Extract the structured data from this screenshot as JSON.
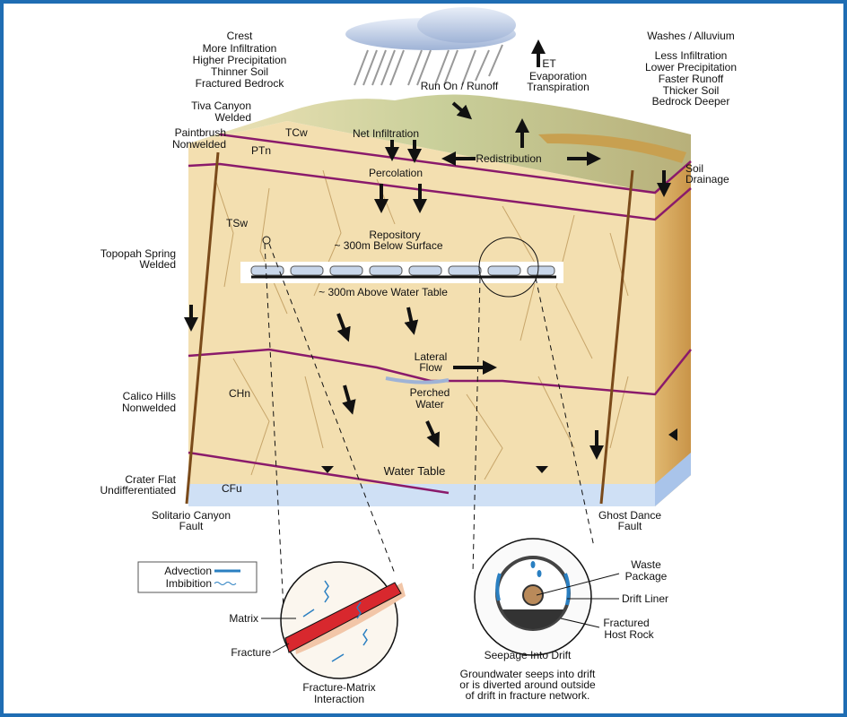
{
  "labels": {
    "crest": [
      "Crest",
      "More Infiltration",
      "Higher Precipitation",
      "Thinner Soil",
      "Fractured Bedrock"
    ],
    "washes": [
      "Washes / Alluvium"
    ],
    "washes_props": [
      "Less Infiltration",
      "Lower Precipitation",
      "Faster Runoff",
      "Thicker Soil",
      "Bedrock Deeper"
    ],
    "et": [
      "ET",
      "Evaporation",
      "Transpiration"
    ],
    "run_on": "Run On / Runoff",
    "tiva": [
      "Tiva Canyon",
      "Welded"
    ],
    "paintbrush": [
      "Paintbrush",
      "Nonwelded"
    ],
    "topopah": [
      "Topopah Spring",
      "Welded"
    ],
    "calico": [
      "Calico Hills",
      "Nonwelded"
    ],
    "crater": [
      "Crater Flat",
      "Undifferentiated"
    ],
    "solitario": [
      "Solitario Canyon",
      "Fault"
    ],
    "ghost": [
      "Ghost Dance",
      "Fault"
    ],
    "soil_drainage": [
      "Soil",
      "Drainage"
    ],
    "tcw": "TCw",
    "ptn": "PTn",
    "tsw": "TSw",
    "chn": "CHn",
    "cfu": "CFu",
    "net_infiltration": "Net Infiltration",
    "redistribution": "Redistribution",
    "percolation": "Percolation",
    "repository": [
      "Repository",
      "~ 300m Below Surface"
    ],
    "above_water": "~ 300m Above Water Table",
    "lateral_flow": [
      "Lateral",
      "Flow"
    ],
    "perched_water": [
      "Perched",
      "Water"
    ],
    "water_table": "Water Table"
  },
  "legend": {
    "advection": "Advection",
    "imbibition": "Imbibition"
  },
  "fracture_inset": {
    "matrix": "Matrix",
    "fracture": "Fracture",
    "caption": [
      "Fracture-Matrix",
      "Interaction"
    ]
  },
  "drift_inset": {
    "waste_package": [
      "Waste",
      "Package"
    ],
    "drift_liner": "Drift Liner",
    "host_rock": [
      "Fractured",
      "Host Rock"
    ],
    "title": "Seepage Into Drift",
    "caption": [
      "Groundwater seeps into drift",
      "or is diverted around outside",
      "of drift in fracture network."
    ]
  },
  "colors": {
    "frame": "#1f6db3",
    "rock": "#f3dfb0",
    "layer_line": "#8a1a6b",
    "water": "#cfe0f5",
    "fault": "#7a4a1a",
    "arrow_blue": "#2a7fc1"
  }
}
